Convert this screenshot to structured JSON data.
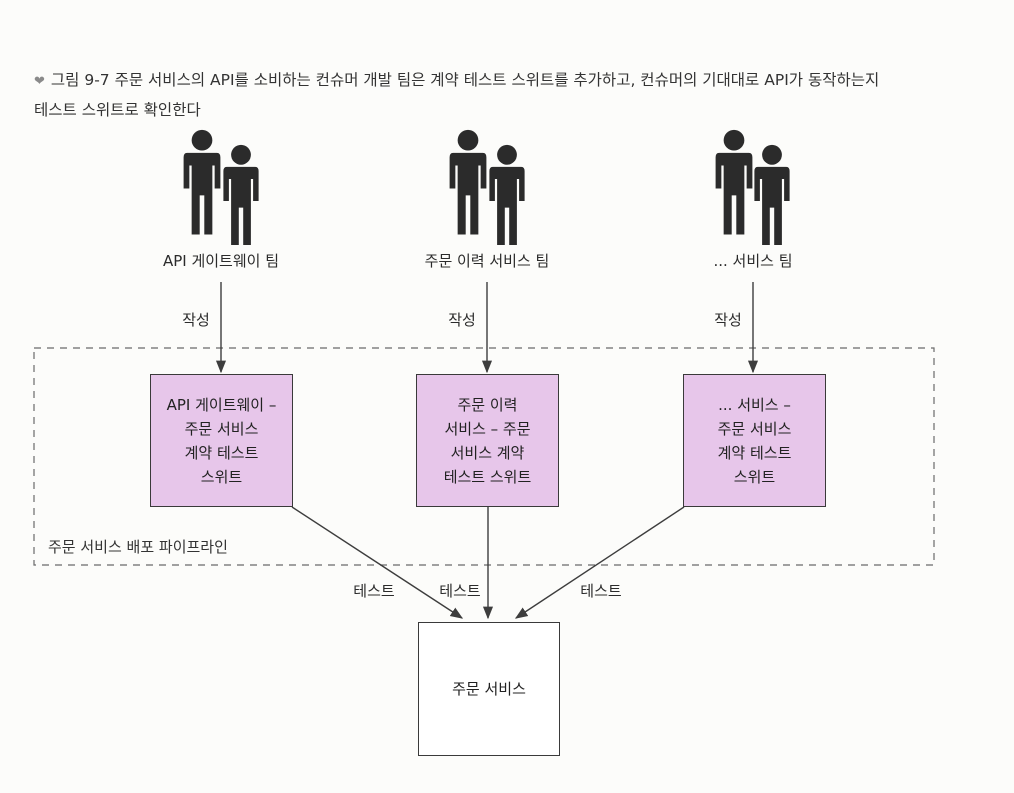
{
  "caption": {
    "marker": "❤",
    "line1": "그림 9-7 주문 서비스의 API를 소비하는 컨슈머 개발 팀은 계약 테스트 스위트를 추가하고, 컨슈머의 기대대로 API가 동작하는지",
    "line2": "테스트 스위트로 확인한다"
  },
  "teams": [
    {
      "name": "API 게이트웨이 팀",
      "edge_label": "작성",
      "suite": "API 게이트웨이 –\n주문 서비스\n계약 테스트\n스위트"
    },
    {
      "name": "주문 이력 서비스 팀",
      "edge_label": "작성",
      "suite": "주문 이력\n서비스 – 주문\n서비스 계약\n테스트 스위트"
    },
    {
      "name": "... 서비스 팀",
      "edge_label": "작성",
      "suite": "... 서비스 –\n주문 서비스\n계약 테스트\n스위트"
    }
  ],
  "pipeline_label": "주문 서비스 배포 파이프라인",
  "test_labels": [
    "테스트",
    "테스트",
    "테스트"
  ],
  "service": "주문 서비스",
  "colors": {
    "suite_fill": "#e7c6ea",
    "people": "#2b2b2b",
    "lines": "#3d3d3d"
  }
}
